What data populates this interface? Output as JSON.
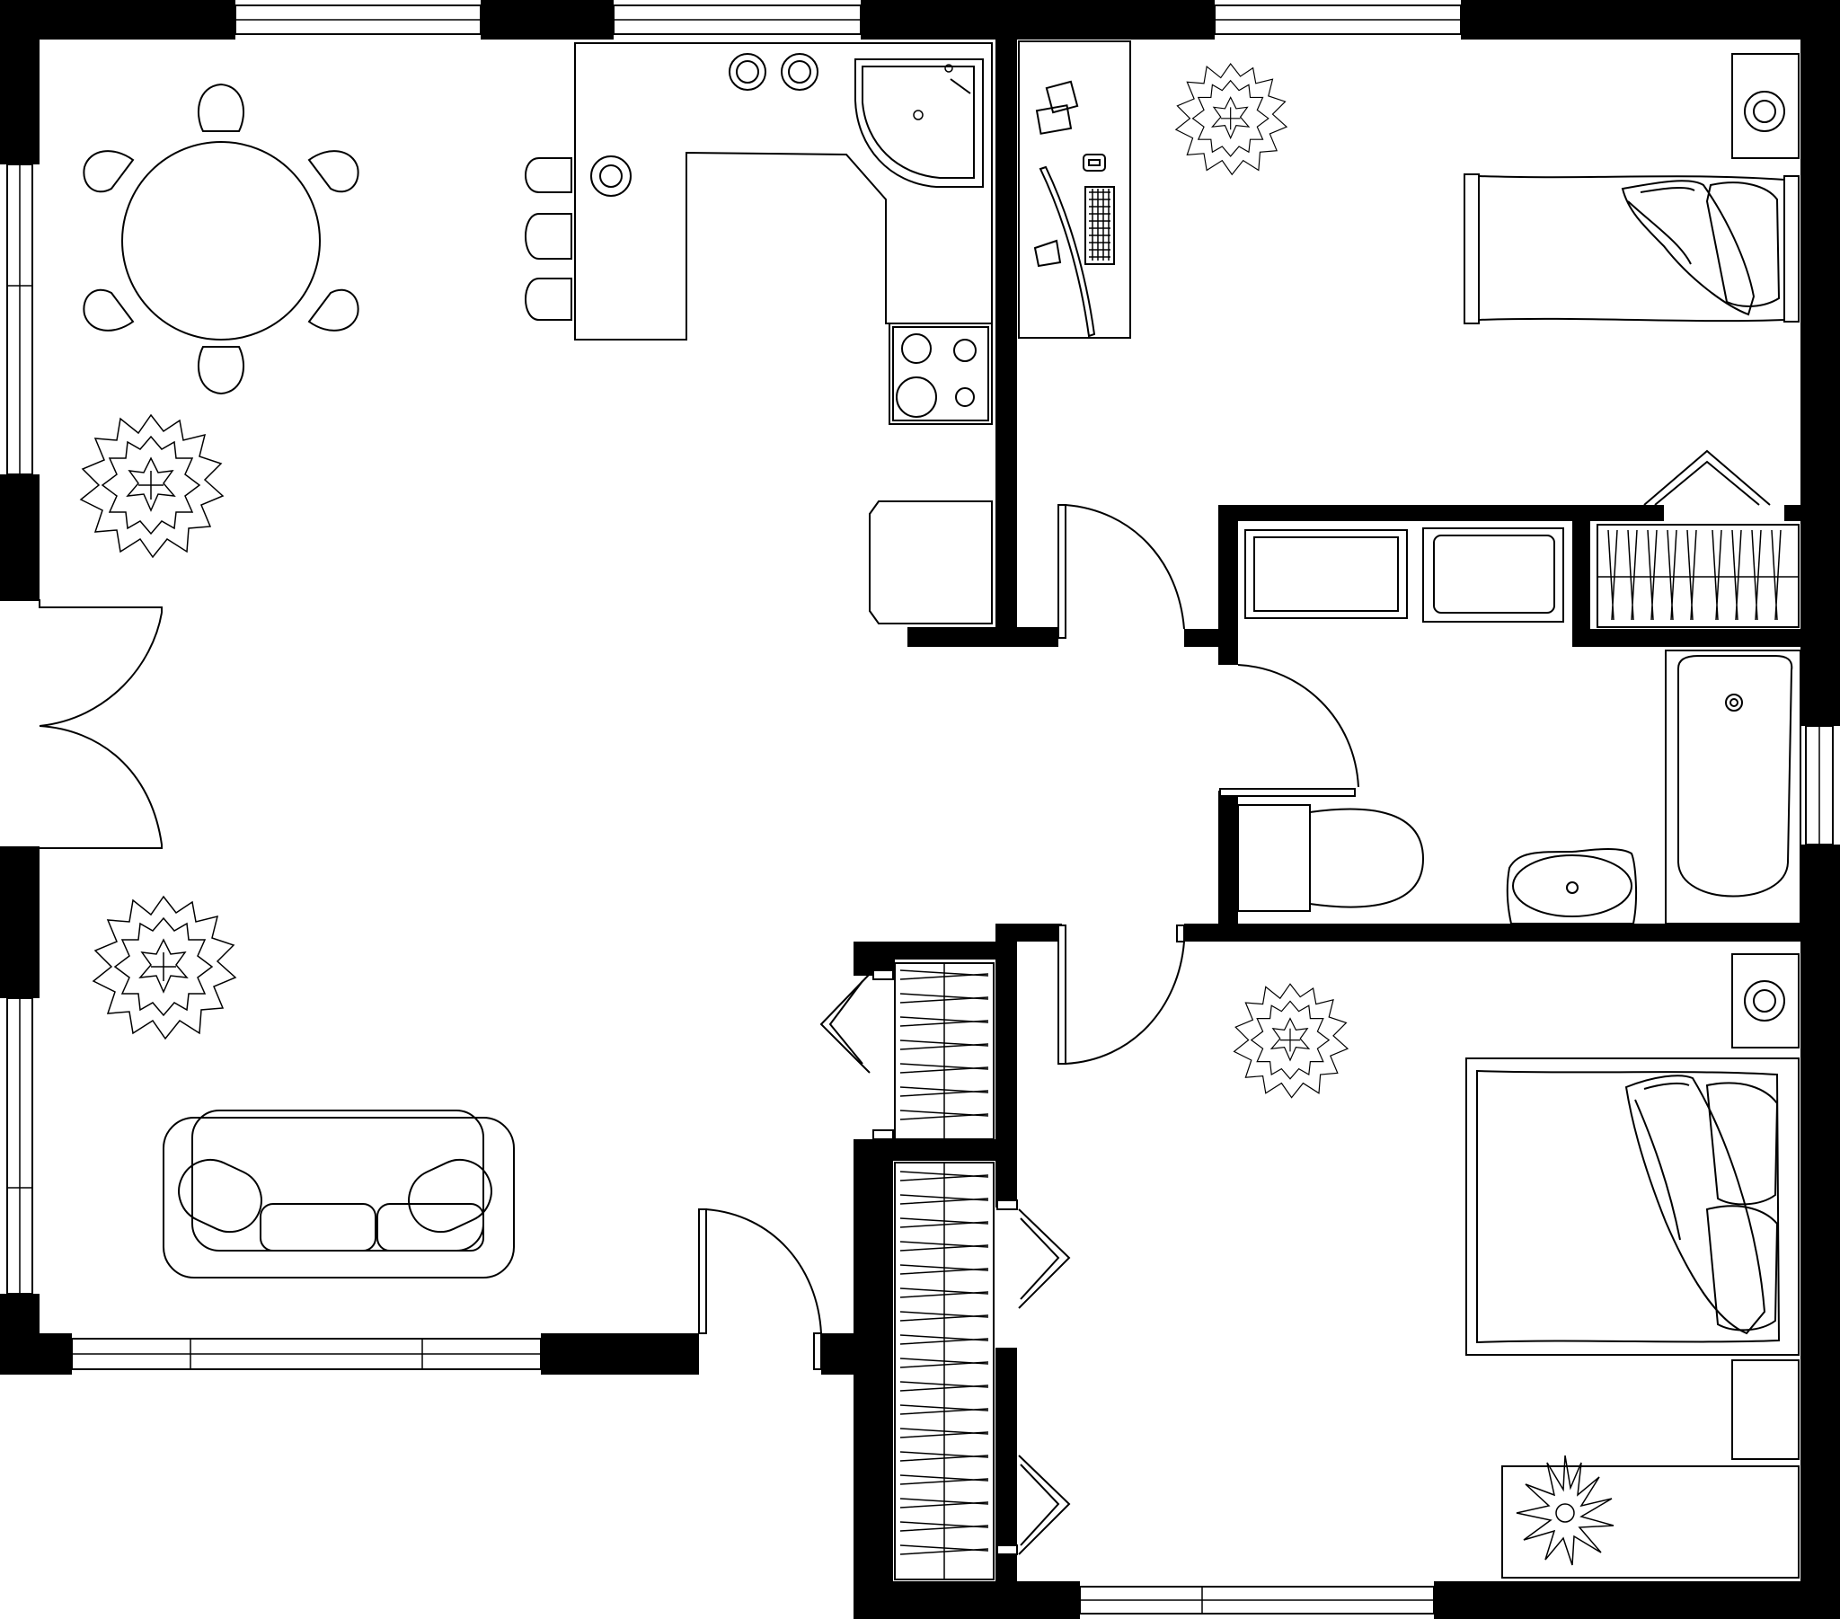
{
  "figure": {
    "type": "floor-plan",
    "view": "top-down",
    "rooms": [
      "living-dining",
      "kitchen",
      "bedroom",
      "bathroom",
      "master-bedroom",
      "hallway"
    ]
  },
  "colors": {
    "wall": "#000000",
    "line": "#000000",
    "background": "#ffffff"
  }
}
